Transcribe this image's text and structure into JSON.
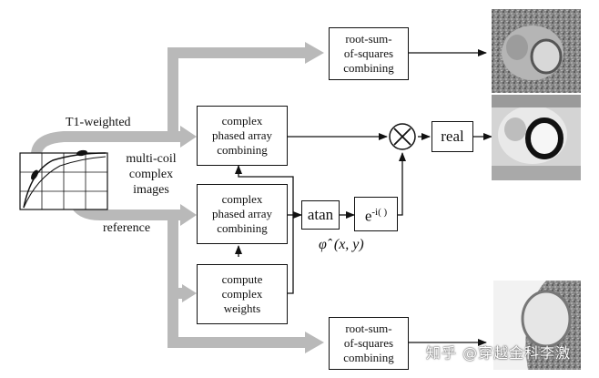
{
  "boxes": {
    "rss_top": [
      "root-sum-",
      "of-squares",
      "combining"
    ],
    "complex_1": [
      "complex",
      "phased array",
      "combining"
    ],
    "complex_2": [
      "complex",
      "phased array",
      "combining"
    ],
    "compute_weights": [
      "compute",
      "complex",
      "weights"
    ],
    "rss_bottom": [
      "root-sum-",
      "of-squares",
      "combining"
    ],
    "atan": "atan",
    "exp_base": "e",
    "exp_power": "-i( )",
    "real": "real",
    "multiply_symbol": "×"
  },
  "labels": {
    "t1_weighted": "T1-weighted",
    "multicoil": [
      "multi-coil",
      "complex",
      "images"
    ],
    "reference": "reference",
    "phi_hat": "φ̂",
    "phi_args": "(x, y)"
  },
  "watermark": "知乎 @穿越金科李激",
  "colors": {
    "gray_arrow": "#b9b9b9",
    "line": "#111111"
  },
  "icons": [
    "t1-curve-plot-icon",
    "multiply-circle-icon",
    "mri-heart-image-icon"
  ]
}
